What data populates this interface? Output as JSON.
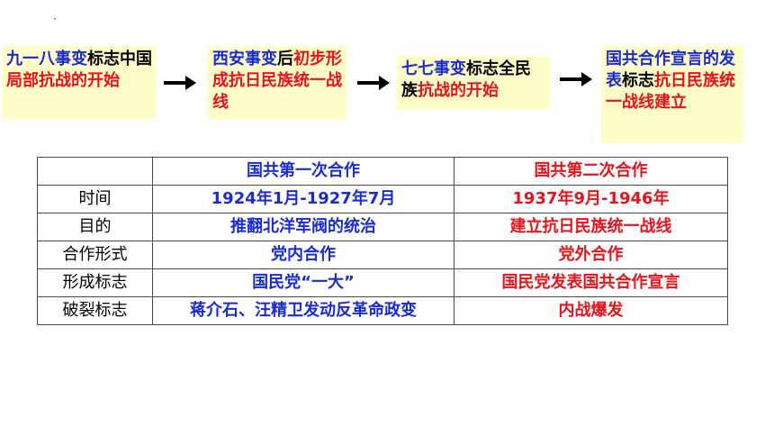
{
  "flow": [
    {
      "segments": [
        {
          "text": "九一八事变",
          "color": "blue"
        },
        {
          "text": "标志中国",
          "color": "blk"
        },
        {
          "text": "局部抗战的开始",
          "color": "red"
        }
      ]
    },
    {
      "segments": [
        {
          "text": "西安事变",
          "color": "blue"
        },
        {
          "text": "后",
          "color": "blk"
        },
        {
          "text": "初步形成抗日民族统一战线",
          "color": "red"
        }
      ]
    },
    {
      "segments": [
        {
          "text": "七七事变",
          "color": "blue"
        },
        {
          "text": "标志全民族",
          "color": "blk"
        },
        {
          "text": "抗战的开始",
          "color": "red"
        }
      ]
    },
    {
      "segments": [
        {
          "text": "国共合作宣言的发表",
          "color": "blue"
        },
        {
          "text": "标志",
          "color": "blk"
        },
        {
          "text": "抗日民族统一战线建立",
          "color": "red"
        }
      ]
    }
  ],
  "table": {
    "headers": [
      "",
      "国共第一次合作",
      "国共第二次合作"
    ],
    "rows": [
      [
        "时间",
        "1924年1月-1927年7月",
        "1937年9月-1946年"
      ],
      [
        "目的",
        "推翻北洋军阀的统治",
        "建立抗日民族统一战线"
      ],
      [
        "合作形式",
        "党内合作",
        "党外合作"
      ],
      [
        "形成标志",
        "国民党“一大”",
        "国民党发表国共合作宣言"
      ],
      [
        "破裂标志",
        "蒋介石、汪精卫发动反革命政变",
        "内战爆发"
      ]
    ]
  },
  "colors": {
    "blue": "#1a2bd6",
    "red": "#e8121b",
    "box_bg": "#fffdc8"
  }
}
